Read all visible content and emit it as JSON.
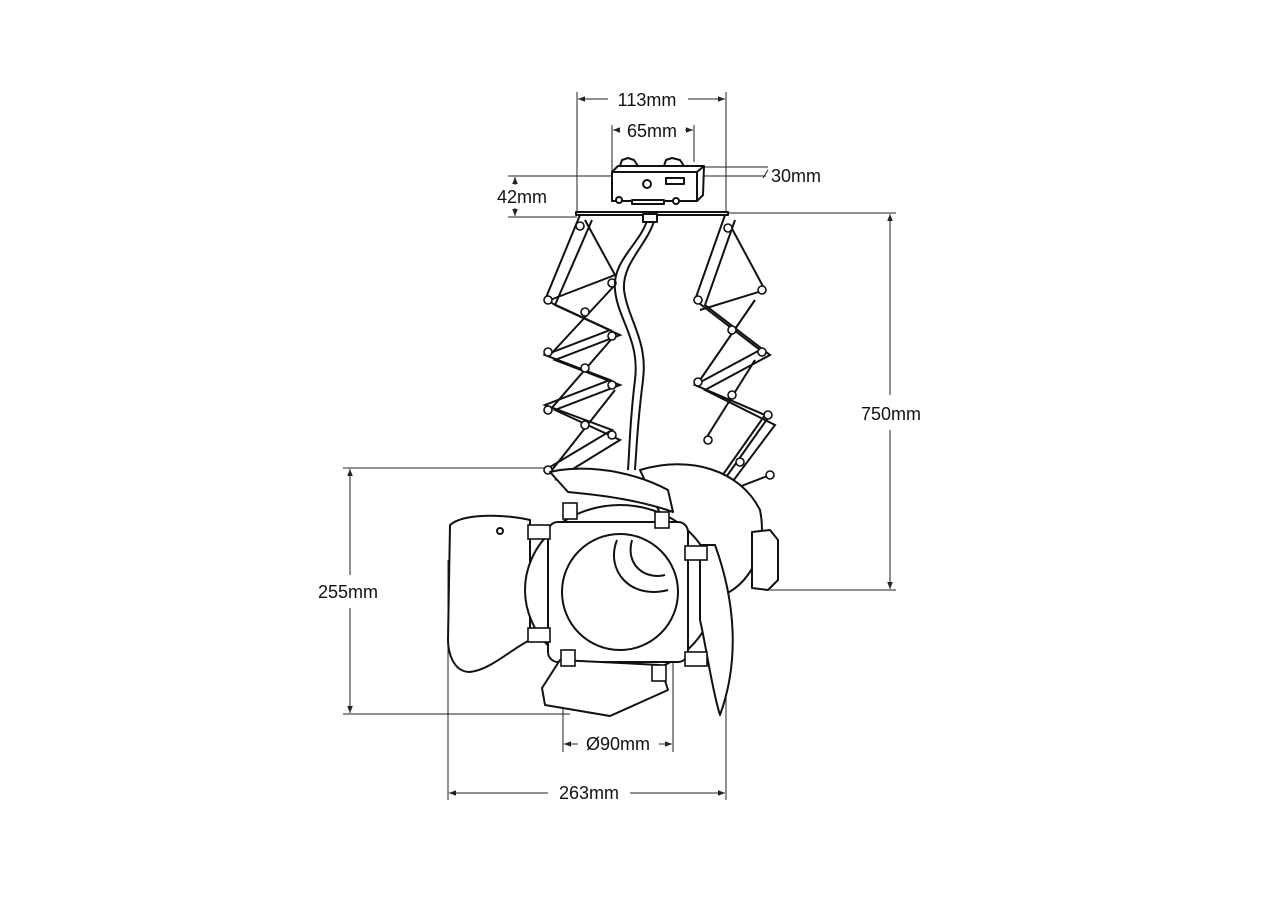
{
  "drawing": {
    "dimensions": {
      "top_width": "113mm",
      "adapter_width": "65mm",
      "adapter_depth": "30mm",
      "adapter_height": "42mm",
      "total_height": "750mm",
      "head_height": "255mm",
      "lens_diameter": "Ø90mm",
      "total_width": "263mm"
    }
  }
}
